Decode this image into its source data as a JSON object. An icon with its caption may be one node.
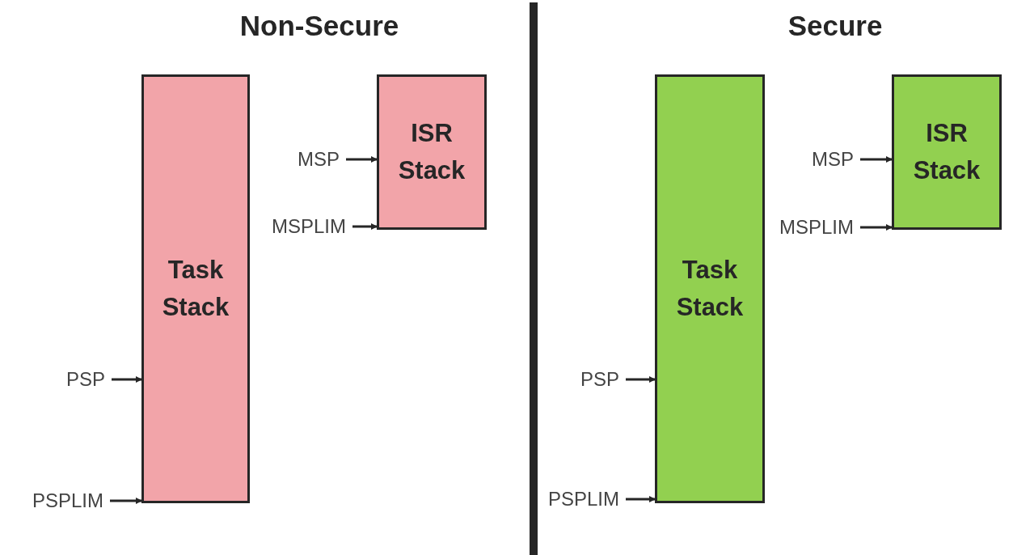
{
  "diagram": {
    "nodes": [
      {
        "text": [
          "Task Stack"
        ]
      },
      {
        "text": [
          "ISR Stack"
        ]
      },
      {
        "text": [
          "MSP"
        ]
      },
      {
        "text": [
          "MSPLIM"
        ]
      },
      {
        "text": [
          "PSP"
        ]
      },
      {
        "text": [
          "PSPLIM"
        ]
      },
      {
        "text": [
          "Task Stack"
        ]
      },
      {
        "text": [
          "ISR Stack"
        ]
      },
      {
        "text": [
          "MSP"
        ]
      },
      {
        "text": [
          "MSPLIM"
        ]
      },
      {
        "text": [
          "PSP"
        ]
      },
      {
        "text": [
          "PSPLIM"
        ]
      }
    ],
    "edges": [
      {
        "from": 2,
        "to": 1,
        "arrow": "to"
      },
      {
        "from": 3,
        "to": 1,
        "arrow": "to"
      },
      {
        "from": 4,
        "to": 0,
        "arrow": "to"
      },
      {
        "from": 5,
        "to": 0,
        "arrow": "to"
      },
      {
        "from": 8,
        "to": 7,
        "arrow": "to"
      },
      {
        "from": 9,
        "to": 7,
        "arrow": "to"
      },
      {
        "from": 10,
        "to": 6,
        "arrow": "to"
      },
      {
        "from": 11,
        "to": 6,
        "arrow": "to"
      }
    ],
    "labels": [
      "Non-Secure",
      "Secure"
    ]
  }
}
